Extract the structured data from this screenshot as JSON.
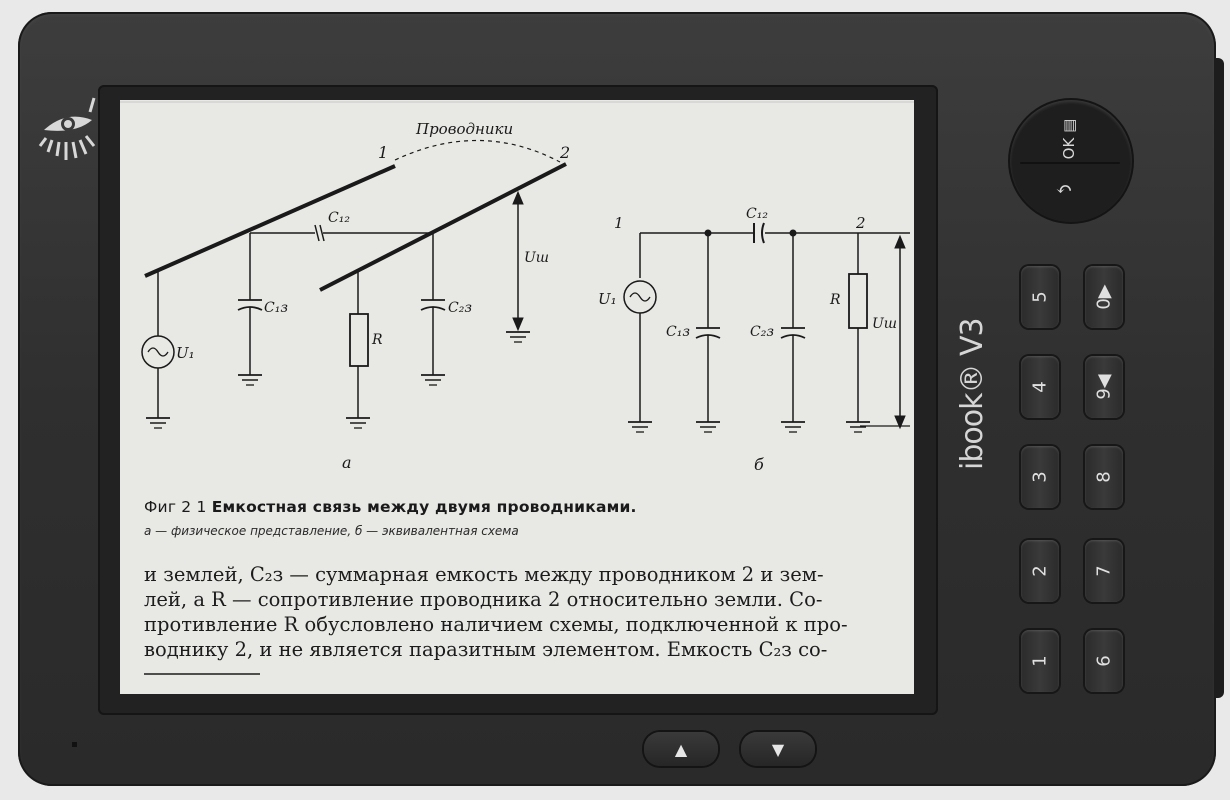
{
  "figure": {
    "label_conductors": "Проводники",
    "label_1": "1",
    "label_2": "2",
    "label_c12": "C₁₂",
    "label_c13": "C₁з",
    "label_c23": "C₂з",
    "label_r": "R",
    "label_u1": "U₁",
    "label_ush": "Uш",
    "label_a": "а",
    "label_b": "б"
  },
  "caption": {
    "number": "Фиг 2 1",
    "title": "Емкостная связь между двумя проводниками.",
    "subtitle": "а — физическое представление, б — эквивалентная схема"
  },
  "body": {
    "line1": "и землей, C₂з — суммарная емкость между проводником 2 и зем-",
    "line2": "лей, а R — сопротивление проводника 2 относительно земли. Со-",
    "line3": "противление R обусловлено наличием схемы, подключенной к про-",
    "line4": "воднику 2, и не является паразитным элементом. Емкость C₂з со-"
  },
  "device": {
    "brand": "ibook® V3",
    "ok_label": "OK",
    "back_icon": "return-arrow-icon",
    "keys_left": [
      "5",
      "4",
      "3",
      "2",
      "1"
    ],
    "keys_right": [
      "0▶",
      "9◀",
      "8",
      "7",
      "6"
    ],
    "nav_up": "▲",
    "nav_down": "▼"
  }
}
